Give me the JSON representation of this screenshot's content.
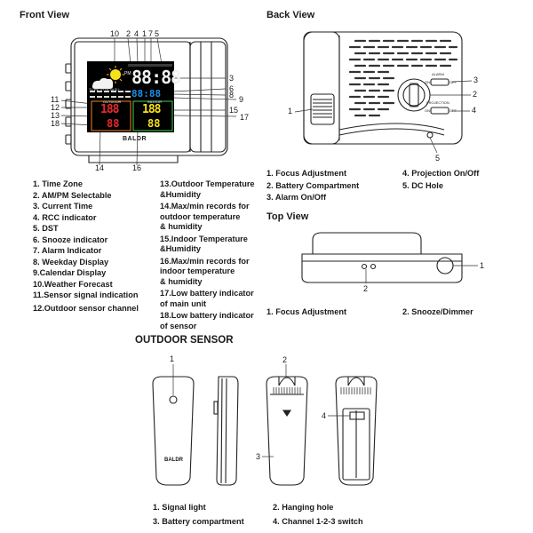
{
  "titles": {
    "front": "Front View",
    "back": "Back View",
    "top": "Top View",
    "sensor": "OUTDOOR SENSOR"
  },
  "brand": "BALDR",
  "lcd": {
    "time": "88:88",
    "second_row": "88:88",
    "outdoor_label": "OUTDOOR",
    "indoor_label": "INDOOR",
    "temp_out": "188",
    "temp_in": "188",
    "hum_out": "88",
    "hum_in": "88",
    "weekday_row": "TU WE TH FR SA SU",
    "pm": "PM"
  },
  "front_callouts": {
    "c10": "10",
    "c2": "2",
    "c4": "4",
    "c1": "1",
    "c7": "7",
    "c5": "5",
    "c3": "3",
    "c6": "6",
    "c8": "8",
    "c9": "9",
    "c11": "11",
    "c12": "12",
    "c13": "13",
    "c18": "18",
    "c15": "15",
    "c17": "17",
    "c14": "14",
    "c16": "16"
  },
  "front_list_left": [
    "1. Time Zone",
    "2. AM/PM Selectable",
    "3. Current Time",
    "4. RCC indicator",
    "5. DST",
    "6. Snooze indicator",
    "7. Alarm Indicator",
    "8. Weekday Display",
    "9.Calendar Display",
    "10.Weather Forecast",
    "11.Sensor signal indication",
    "12.Outdoor sensor channel"
  ],
  "front_list_right": [
    "13.Outdoor Temperature\n&Humidity",
    "14.Max/min records for\noutdoor temperature\n& humidity",
    "15.Indoor Temperature\n&Humidity",
    "16.Max/min records for\nindoor temperature\n& humidity",
    "17.Low battery indicator\nof main unit",
    "18.Low battery indicator\nof sensor"
  ],
  "back_callouts": {
    "c1": "1",
    "c2": "2",
    "c3": "3",
    "c4": "4",
    "c5": "5"
  },
  "back_switch_labels": {
    "alarm": "ALARM",
    "on": "ON",
    "off": "OFF",
    "projection": "PROJECTION"
  },
  "back_list_left": [
    "1. Focus Adjustment",
    "2. Battery Compartment",
    "3. Alarm On/Off"
  ],
  "back_list_right": [
    "4. Projection On/Off",
    "5. DC Hole"
  ],
  "top_callouts": {
    "c1": "1",
    "c2": "2"
  },
  "top_list": {
    "left": "1. Focus Adjustment",
    "right": "2. Snooze/Dimmer"
  },
  "sensor_callouts": {
    "c1": "1",
    "c2": "2",
    "c3": "3",
    "c4": "4"
  },
  "sensor_list": [
    "1. Signal light",
    "2. Hanging hole",
    "3. Battery compartment",
    "4. Channel 1-2-3 switch"
  ],
  "colors": {
    "lcd_bg": "#000000",
    "lcd_white": "#f2f2f2",
    "lcd_blue": "#1e8fe6",
    "lcd_red": "#e8282a",
    "lcd_green": "#3fd24a",
    "lcd_yellow": "#f5e21b",
    "lcd_orange": "#f5821f",
    "outline": "#222222"
  }
}
